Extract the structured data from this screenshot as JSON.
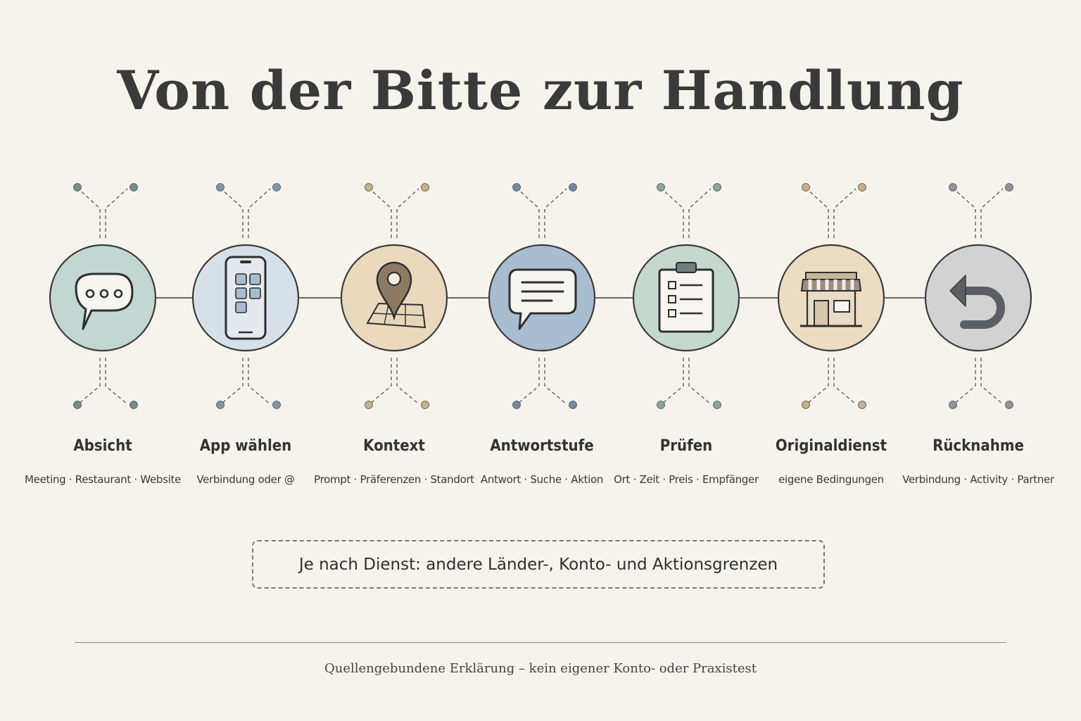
{
  "title": "Von der Bitte zur Handlung",
  "steps": [
    {
      "label": "Absicht",
      "sub": "Meeting · Restaurant · Website",
      "icon": "speech-bubble-dots-icon",
      "fill": "#c2d6d2",
      "dot": "#6f8f8b"
    },
    {
      "label": "App wählen",
      "sub": "Verbindung oder @",
      "icon": "smartphone-icon",
      "fill": "#d6e0e8",
      "dot": "#7d97ad"
    },
    {
      "label": "Kontext",
      "sub": "Prompt · Präferenzen · Standort",
      "icon": "map-pin-icon",
      "fill": "#ead9bd",
      "dot": "#c9b088"
    },
    {
      "label": "Antwortstufe",
      "sub": "Antwort · Suche · Aktion",
      "icon": "speech-bubble-lines-icon",
      "fill": "#a9bdd1",
      "dot": "#6f8aa6"
    },
    {
      "label": "Prüfen",
      "sub": "Ort · Zeit · Preis · Empfänger",
      "icon": "clipboard-checklist-icon",
      "fill": "#c5d8d0",
      "dot": "#86a69e"
    },
    {
      "label": "Originaldienst",
      "sub": "eigene Bedingungen",
      "icon": "storefront-icon",
      "fill": "#ebdcc2",
      "dot": "#c9ad85"
    },
    {
      "label": "Rücknahme",
      "sub": "Verbindung · Activity · Partner",
      "icon": "undo-arrow-icon",
      "fill": "#d2d2d2",
      "dot": "#8f9498"
    }
  ],
  "note": "Je nach Dienst: andere Länder-, Konto- und Aktionsgrenzen",
  "footer": "Quellengebundene Erklärung – kein eigener Konto- oder Praxistest"
}
